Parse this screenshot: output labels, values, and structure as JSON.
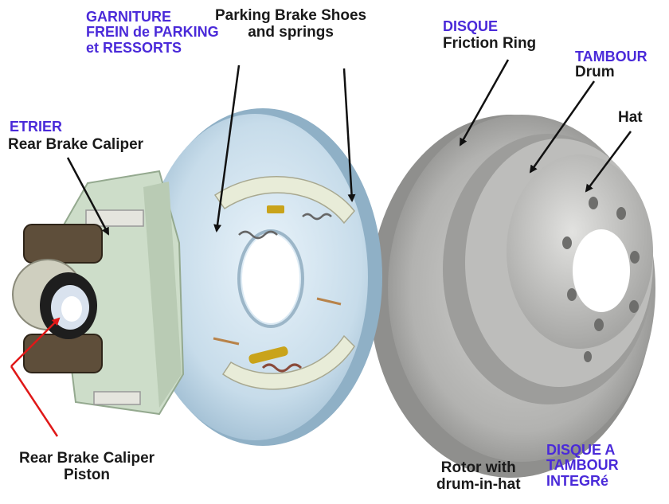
{
  "labels": {
    "garniture_fr": [
      "GARNITURE",
      "FREIN de PARKING",
      "et RESSORTS"
    ],
    "parking_en": [
      "Parking Brake Shoes",
      "and springs"
    ],
    "etrier_fr": "ETRIER",
    "caliper_en": "Rear Brake Caliper",
    "disque_fr": "DISQUE",
    "friction_en": "Friction Ring",
    "tambour_fr": "TAMBOUR",
    "drum_en": "Drum",
    "hat_en": "Hat",
    "piston_en": [
      "Rear Brake Caliper",
      "Piston"
    ],
    "rotor_en": [
      "Rotor with",
      "drum-in-hat"
    ],
    "disque_tambour_fr": [
      "DISQUE A",
      "TAMBOUR",
      "INTEGRé"
    ]
  },
  "colors": {
    "french_label": "#4a2ad9",
    "english_label": "#1a1a1a",
    "piston_arrow": "#e01818",
    "backing_plate": "#cfe1ee",
    "rotor_metal": "#a9a9a7"
  }
}
